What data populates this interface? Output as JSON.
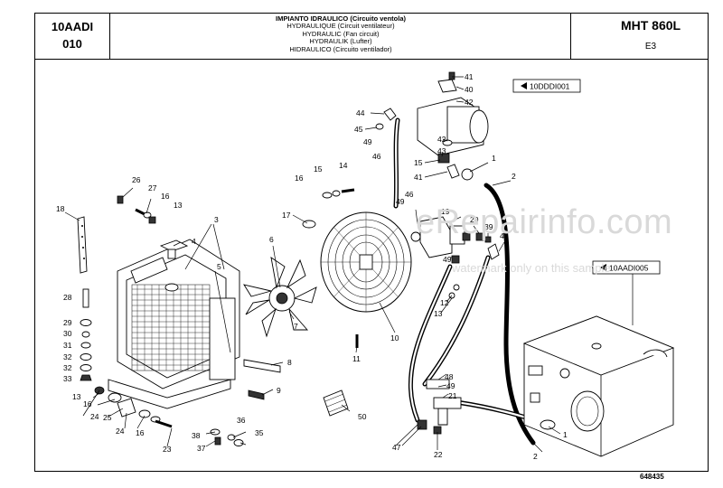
{
  "header": {
    "ref_code": "10AADI",
    "ref_sub": "010",
    "titles": [
      "IMPIANTO IDRAULICO (Circuito ventola)",
      "HYDRAULIQUE (Circuit ventilateur)",
      "HYDRAULIC (Fan circuit)",
      "HYDRAULIK (Lufter)",
      "HIDRAULICO (Circuito ventilador)"
    ],
    "model": "MHT 860L",
    "variant": "E3"
  },
  "references": {
    "pump": "10DDDI001",
    "tank": "10AADI005"
  },
  "watermark": {
    "main": "eRepairinfo.com",
    "sub": "watermark only on this sample"
  },
  "drawing_number": "648435",
  "callouts": {
    "c1": "1",
    "c1b": "1",
    "c2": "2",
    "c2b": "2",
    "c3": "3",
    "c4": "4",
    "c5": "5",
    "c6": "6",
    "c7": "7",
    "c8": "8",
    "c9": "9",
    "c10": "10",
    "c11": "11",
    "c12": "12",
    "c13a": "13",
    "c13b": "13",
    "c14": "14",
    "c15a": "15",
    "c15b": "15",
    "c16a": "16",
    "c16b": "16",
    "c16c": "16",
    "c17": "17",
    "c18": "18",
    "c19": "19",
    "c20": "20",
    "c21": "21",
    "c22": "22",
    "c23": "23",
    "c24a": "24",
    "c24b": "24",
    "c25": "25",
    "c26": "26",
    "c27": "27",
    "c28": "28",
    "c29": "29",
    "c30": "30",
    "c31": "31",
    "c32a": "32",
    "c32b": "32",
    "c33": "33",
    "c35": "35",
    "c36": "36",
    "c37": "37",
    "c38": "38",
    "c39": "39",
    "c40": "40",
    "c41a": "41",
    "c41b": "41",
    "c42a": "42",
    "c42b": "42",
    "c43": "43",
    "c44": "44",
    "c45": "45",
    "c46a": "46",
    "c46b": "46",
    "c47": "47",
    "c48a": "48",
    "c48b": "48",
    "c49a": "49",
    "c49b": "49",
    "c49c": "49",
    "c50": "50"
  }
}
